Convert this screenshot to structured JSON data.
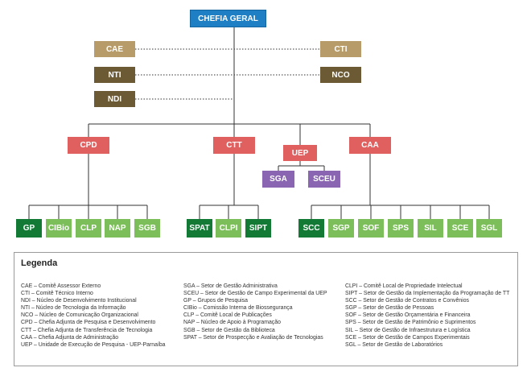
{
  "colors": {
    "head": "#1e7fc4",
    "support": "#b79b68",
    "support_dark": "#6b5a33",
    "chief": "#e06060",
    "uep_units": "#8a66b2",
    "light_green": "#7cbf5a",
    "dark_green": "#127a35"
  },
  "head": "CHEFIA GERAL",
  "support_left": [
    "CAE",
    "NTI",
    "NDI"
  ],
  "support_right": [
    "CTI",
    "NCO"
  ],
  "chiefs": [
    "CPD",
    "CTT",
    "UEP",
    "CAA"
  ],
  "uep_units": [
    "SGA",
    "SCEU"
  ],
  "cpd_units": [
    "GP",
    "CIBio",
    "CLP",
    "NAP",
    "SGB"
  ],
  "ctt_units": [
    "SPAT",
    "CLPI",
    "SIPT"
  ],
  "caa_units": [
    "SCC",
    "SGP",
    "SOF",
    "SPS",
    "SIL",
    "SCE",
    "SGL"
  ],
  "legend": {
    "title": "Legenda",
    "col1": [
      "CAE – Comitê Assessor Externo",
      "CTI – Comitê Técnico Interno",
      "NDI – Núcleo de Desenvolvimento Institucional",
      "NTI – Núcleo de Tecnologia da Informação",
      "NCO – Núcleo de Comunicação Organizacional",
      "CPD – Chefia Adjunta de Pesquisa e Desenvolvimento",
      "CTT – Chefia Adjunta de Transferência de Tecnologia",
      "CAA – Chefia Adjunta de Administração",
      "UEP – Unidade de Execução de Pesquisa - UEP-Parnaíba"
    ],
    "col2": [
      "SGA – Setor de Gestão Administrativa",
      "SCEU – Setor de Gestão de Campo Experimental da UEP",
      "GP – Grupos de Pesquisa",
      "CIBio – Comissão Interna de Biossegurança",
      "CLP – Comitê Local de Publicações",
      "NAP – Núcleo de Apoio à Programação",
      "SGB – Setor de Gestão da Biblioteca",
      "SPAT – Setor de Prospecção e Avaliação de Tecnologias"
    ],
    "col3": [
      "CLPI – Comitê Local de Propriedade Intelectual",
      "SIPT – Setor de Gestão da Implementação da Programação de TT",
      "SCC – Setor de Gestão de Contratos e Convênios",
      "SGP – Setor de Gestão de Pessoas",
      "SOF – Setor de Gestão Orçamentária e Financeira",
      "SPS – Setor de Gestão de Patrimônio e Suprimentos",
      "SIL – Setor de Gestão de Infraestrutura e Logística",
      "SCE – Setor de Gestão de Campos Experimentais",
      "SGL – Setor de Gestão de Laboratórios"
    ]
  }
}
